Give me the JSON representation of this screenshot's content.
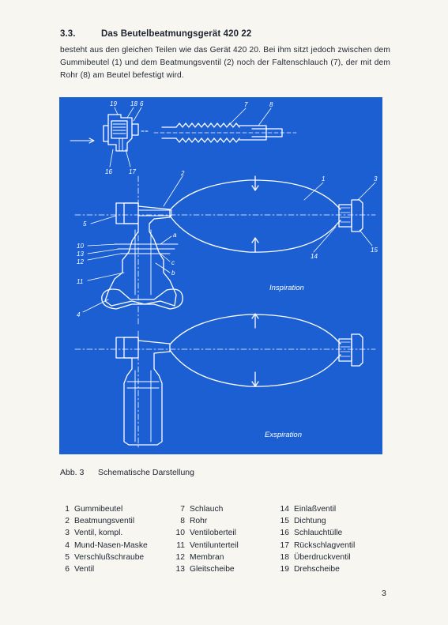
{
  "section": {
    "number": "3.3.",
    "title": "Das Beutelbeatmungsgerät 420 22"
  },
  "intro": {
    "text": "besteht aus den gleichen Teilen wie das Gerät 420 20. Bei ihm sitzt jedoch zwischen dem Gummibeutel (1) und dem Beatmungsventil (2) noch der Faltenschlauch (7), der mit dem Rohr (8) am Beutel befestigt wird."
  },
  "figure": {
    "top_labels": {
      "l19": "19",
      "l18": "18",
      "l6": "6",
      "l7": "7",
      "l8": "8",
      "l16": "16",
      "l17": "17"
    },
    "insp_labels": {
      "l2": "2",
      "l1": "1",
      "l3": "3",
      "l5": "5",
      "l10": "10",
      "l13": "13",
      "l12": "12",
      "l11": "11",
      "l4": "4",
      "la": "a",
      "lc": "c",
      "lb": "b",
      "l14": "14",
      "l15": "15"
    },
    "inspiration_label": "Inspiration",
    "expiration_label": "Exspiration"
  },
  "caption": {
    "prefix": "Abb. 3",
    "text": "Schematische Darstellung"
  },
  "legend": {
    "col1": [
      {
        "n": "1",
        "label": "Gummibeutel"
      },
      {
        "n": "2",
        "label": "Beatmungsventil"
      },
      {
        "n": "3",
        "label": "Ventil, kompl."
      },
      {
        "n": "4",
        "label": "Mund-Nasen-Maske"
      },
      {
        "n": "5",
        "label": "Verschlußschraube"
      },
      {
        "n": "6",
        "label": "Ventil"
      }
    ],
    "col2": [
      {
        "n": "7",
        "label": "Schlauch"
      },
      {
        "n": "8",
        "label": "Rohr"
      },
      {
        "n": "10",
        "label": "Ventiloberteil"
      },
      {
        "n": "11",
        "label": "Ventilunterteil"
      },
      {
        "n": "12",
        "label": "Membran"
      },
      {
        "n": "13",
        "label": "Gleitscheibe"
      }
    ],
    "col3": [
      {
        "n": "14",
        "label": "Einlaßventil"
      },
      {
        "n": "15",
        "label": "Dichtung"
      },
      {
        "n": "16",
        "label": "Schlauchtülle"
      },
      {
        "n": "17",
        "label": "Rückschlagventil"
      },
      {
        "n": "18",
        "label": "Überdruckventil"
      },
      {
        "n": "19",
        "label": "Drehscheibe"
      }
    ]
  },
  "page_number": "3",
  "colors": {
    "figure_background": "#1b5fd2",
    "drawing_lines": "#ffffff",
    "paper": "#f7f6f1"
  }
}
